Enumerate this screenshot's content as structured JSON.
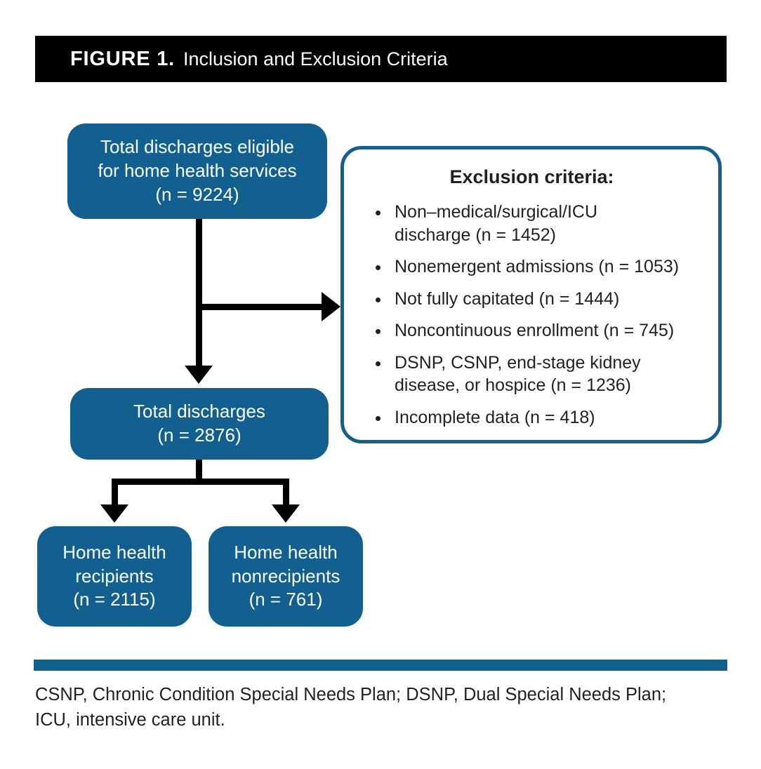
{
  "figure": {
    "label": "FIGURE 1.",
    "title": "Inclusion and Exclusion Criteria"
  },
  "flowchart": {
    "nodes": {
      "eligible": {
        "text": "Total discharges eligible\nfor home health services\n(n = 9224)"
      },
      "total": {
        "text": "Total discharges\n(n = 2876)"
      },
      "recipients": {
        "text": "Home health\nrecipients\n(n = 2115)"
      },
      "nonrecipients": {
        "text": "Home health\nnonrecipients\n(n = 761)"
      }
    },
    "exclusion": {
      "heading": "Exclusion criteria:",
      "items": [
        "Non–medical/surgical/ICU\ndischarge (n = 1452)",
        "Nonemergent admissions (n = 1053)",
        "Not fully capitated (n = 1444)",
        "Noncontinuous enrollment (n = 745)",
        "DSNP, CSNP, end-stage kidney\ndisease, or hospice (n = 1236)",
        "Incomplete data (n = 418)"
      ]
    }
  },
  "footnote": {
    "text": "CSNP, Chronic Condition Special Needs Plan; DSNP, Dual Special Needs Plan;\nICU, intensive care unit."
  },
  "colors": {
    "accent_blue": "#11608f",
    "title_bar": "#000000",
    "text": "#231f20"
  }
}
